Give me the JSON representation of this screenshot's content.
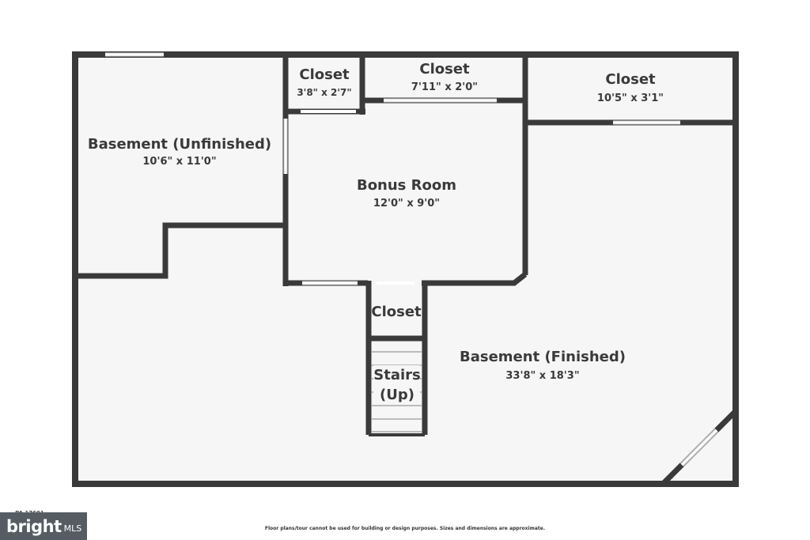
{
  "floor_plan": {
    "colors": {
      "wall": "#3a3a3a",
      "floor": "#f6f6f6",
      "window": "#ffffff",
      "text": "#3a3a3a"
    },
    "rooms": [
      {
        "name": "Basement (Unfinished)",
        "dimensions": "10'6\" x 11'0\""
      },
      {
        "name": "Closet",
        "dimensions": "3'8\" x 2'7\""
      },
      {
        "name": "Closet",
        "dimensions": "7'11\" x 2'0\""
      },
      {
        "name": "Closet",
        "dimensions": "10'5\" x 3'1\""
      },
      {
        "name": "Bonus Room",
        "dimensions": "12'0\" x 9'0\""
      },
      {
        "name": "Closet",
        "dimensions": ""
      },
      {
        "name": "Basement (Finished)",
        "dimensions": "33'8\" x 18'3\""
      }
    ],
    "stairs": {
      "line1": "Stairs",
      "line2": "(Up)"
    }
  },
  "footer": {
    "address": ", PA 17601",
    "disclaimer": "Floor plans/tour cannot be used for building or design purposes. Sizes and dimensions are approximate.",
    "logo_main": "bright",
    "logo_sub": "MLS"
  }
}
